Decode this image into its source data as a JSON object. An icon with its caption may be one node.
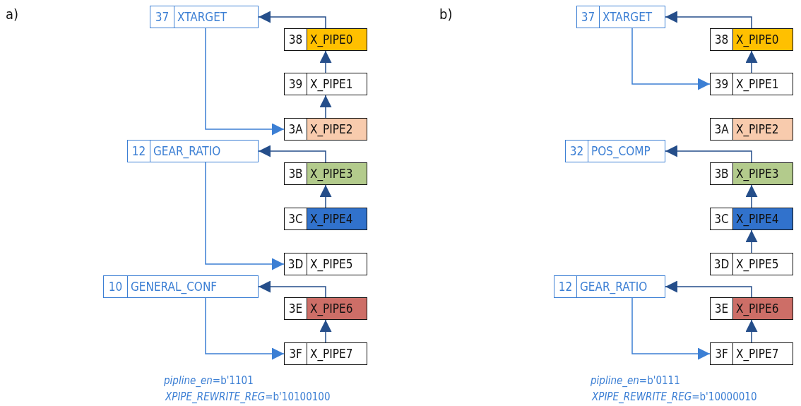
{
  "diagram": {
    "nodes": [
      {
        "text": [
          "37",
          "XTARGET"
        ]
      },
      {
        "text": [
          "38",
          "X_PIPE0"
        ]
      },
      {
        "text": [
          "39",
          "X_PIPE1"
        ]
      },
      {
        "text": [
          "3A",
          "X_PIPE2"
        ]
      },
      {
        "text": [
          "12",
          "GEAR_RATIO"
        ]
      },
      {
        "text": [
          "3B",
          "X_PIPE3"
        ]
      },
      {
        "text": [
          "3C",
          "X_PIPE4"
        ]
      },
      {
        "text": [
          "3D",
          "X_PIPE5"
        ]
      },
      {
        "text": [
          "10",
          "GENERAL_CONF"
        ]
      },
      {
        "text": [
          "3E",
          "X_PIPE6"
        ]
      },
      {
        "text": [
          "3F",
          "X_PIPE7"
        ]
      },
      {
        "text": [
          "37",
          "XTARGET"
        ]
      },
      {
        "text": [
          "38",
          "X_PIPE0"
        ]
      },
      {
        "text": [
          "39",
          "X_PIPE1"
        ]
      },
      {
        "text": [
          "3A",
          "X_PIPE2"
        ]
      },
      {
        "text": [
          "32",
          "POS_COMP"
        ]
      },
      {
        "text": [
          "3B",
          "X_PIPE3"
        ]
      },
      {
        "text": [
          "3C",
          "X_PIPE4"
        ]
      },
      {
        "text": [
          "3D",
          "X_PIPE5"
        ]
      },
      {
        "text": [
          "12",
          "GEAR_RATIO"
        ]
      },
      {
        "text": [
          "3E",
          "X_PIPE6"
        ]
      },
      {
        "text": [
          "3F",
          "X_PIPE7"
        ]
      }
    ],
    "edges": [
      {
        "from": 1,
        "to": 0,
        "arrow": "to"
      },
      {
        "from": 2,
        "to": 1,
        "arrow": "to"
      },
      {
        "from": 3,
        "to": 2,
        "arrow": "to"
      },
      {
        "from": 0,
        "to": 3,
        "arrow": "to",
        "color": "#3c7fd4"
      },
      {
        "from": 5,
        "to": 4,
        "arrow": "to"
      },
      {
        "from": 6,
        "to": 5,
        "arrow": "to"
      },
      {
        "from": 4,
        "to": 7,
        "arrow": "to",
        "color": "#3c7fd4"
      },
      {
        "from": 9,
        "to": 8,
        "arrow": "to"
      },
      {
        "from": 10,
        "to": 9,
        "arrow": "to"
      },
      {
        "from": 8,
        "to": 10,
        "arrow": "to",
        "color": "#3c7fd4"
      },
      {
        "from": 12,
        "to": 11,
        "arrow": "to"
      },
      {
        "from": 13,
        "to": 12,
        "arrow": "to"
      },
      {
        "from": 11,
        "to": 13,
        "arrow": "to",
        "color": "#3c7fd4"
      },
      {
        "from": 16,
        "to": 15,
        "arrow": "to"
      },
      {
        "from": 17,
        "to": 16,
        "arrow": "to"
      },
      {
        "from": 18,
        "to": 17,
        "arrow": "to"
      },
      {
        "from": 20,
        "to": 19,
        "arrow": "to"
      },
      {
        "from": 21,
        "to": 20,
        "arrow": "to"
      },
      {
        "from": 19,
        "to": 21,
        "arrow": "to",
        "color": "#3c7fd4"
      }
    ],
    "labels": [
      "a)",
      "b)",
      "*pipline_en*=b'1101",
      "*XPIPE_REWRITE_REG*=b'10100100",
      "*pipline_en*=b'0111",
      "*XPIPE_REWRITE_REG*=b'10000010"
    ]
  }
}
